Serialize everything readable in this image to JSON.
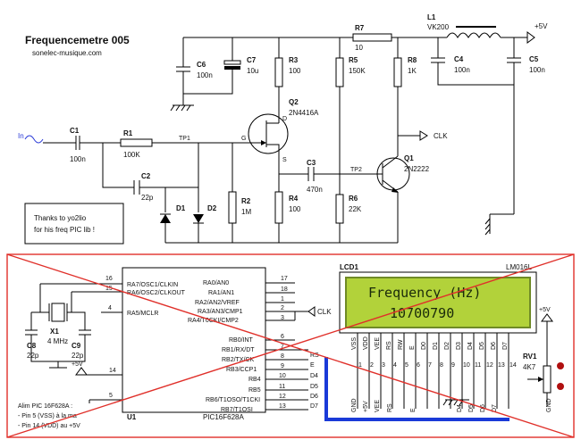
{
  "title": "Frequencemetre 005",
  "subtitle": "sonelec-musique.com",
  "thanks": [
    "Thanks to yo2lio",
    "for his freq PIC lib !"
  ],
  "alim_note": [
    "Alim PIC 16F628A :",
    "- Pin 5 (VSS) à la ma",
    "- Pin 14 (VDD) au +5V"
  ],
  "upper_circuit": {
    "input": "In",
    "components": [
      {
        "ref": "C1",
        "value": "100n"
      },
      {
        "ref": "R1",
        "value": "100K"
      },
      {
        "ref": "C2",
        "value": "22p"
      },
      {
        "ref": "D1",
        "value": ""
      },
      {
        "ref": "D2",
        "value": ""
      },
      {
        "ref": "R2",
        "value": "1M"
      },
      {
        "ref": "C6",
        "value": "100n"
      },
      {
        "ref": "C7",
        "value": "10u"
      },
      {
        "ref": "R3",
        "value": "100"
      },
      {
        "ref": "Q2",
        "value": "2N4416A"
      },
      {
        "ref": "R4",
        "value": "100"
      },
      {
        "ref": "C3",
        "value": "470n"
      },
      {
        "ref": "R5",
        "value": "150K"
      },
      {
        "ref": "R6",
        "value": "22K"
      },
      {
        "ref": "R7",
        "value": "10"
      },
      {
        "ref": "R8",
        "value": "1K"
      },
      {
        "ref": "Q1",
        "value": "2N2222"
      },
      {
        "ref": "L1",
        "value": "VK200"
      },
      {
        "ref": "C4",
        "value": "100n"
      },
      {
        "ref": "C5",
        "value": "100n"
      }
    ],
    "tp1": "TP1",
    "tp2": "TP2",
    "gate": "G",
    "drain": "D",
    "source": "S",
    "clk": "CLK",
    "vcc": "+5V"
  },
  "mcu": {
    "ref": "U1",
    "part": "PIC16F628A",
    "left_pins": [
      {
        "num": "16",
        "name": "RA7/OSC1/CLKIN"
      },
      {
        "num": "15",
        "name": "RA6/OSC2/CLKOUT"
      },
      {
        "num": "4",
        "name": "RA5/MCLR"
      }
    ],
    "right_pins": [
      {
        "num": "17",
        "name": "RA0/AN0"
      },
      {
        "num": "18",
        "name": "RA1/AN1"
      },
      {
        "num": "1",
        "name": "RA2/AN2/VREF"
      },
      {
        "num": "2",
        "name": "RA3/AN3/CMP1"
      },
      {
        "num": "3",
        "name": "RA4/T0CKI/CMP2"
      },
      {
        "num": "6",
        "name": "RB0/INT"
      },
      {
        "num": "7",
        "name": "RB1/RX/DT"
      },
      {
        "num": "8",
        "name": "RB2/TX/CK"
      },
      {
        "num": "9",
        "name": "RB3/CCP1"
      },
      {
        "num": "10",
        "name": "RB4"
      },
      {
        "num": "11",
        "name": "RB5"
      },
      {
        "num": "12",
        "name": "RB6/T1OSO/T1CKI"
      },
      {
        "num": "13",
        "name": "RB7/T1OSI"
      }
    ],
    "bus_labels": [
      "RS",
      "E",
      "D4",
      "D5",
      "D6",
      "D7"
    ],
    "pin14": "14",
    "pin5": "5",
    "vcc": "+5V",
    "clk": "CLK"
  },
  "crystal": {
    "ref": "X1",
    "value": "4 MHz"
  },
  "c8": {
    "ref": "C8",
    "value": "22p"
  },
  "c9": {
    "ref": "C9",
    "value": "22p"
  },
  "lcd": {
    "ref": "LCD1",
    "part": "LM016L",
    "line1": "Frequency (Hz)",
    "line2": "10700790",
    "pins": [
      "VSS",
      "VDD",
      "VEE",
      "RS",
      "RW",
      "E",
      "D0",
      "D1",
      "D2",
      "D3",
      "D4",
      "D5",
      "D6",
      "D7"
    ],
    "pin_nums": [
      "1",
      "2",
      "3",
      "4",
      "5",
      "6",
      "7",
      "8",
      "9",
      "10",
      "11",
      "12",
      "13",
      "14"
    ],
    "bottom_labels": [
      "GND",
      "+5V",
      "VEE",
      "RS",
      "E",
      "D4",
      "D5",
      "D6",
      "D7"
    ]
  },
  "rv1": {
    "ref": "RV1",
    "value": "4K7",
    "vcc": "+5V",
    "gnd": "GND"
  },
  "colors": {
    "box": "#e0302a",
    "bus": "#1a3ad8",
    "lcd_bg": "#b2d23a",
    "lcd_frame": "#6f8a26"
  }
}
